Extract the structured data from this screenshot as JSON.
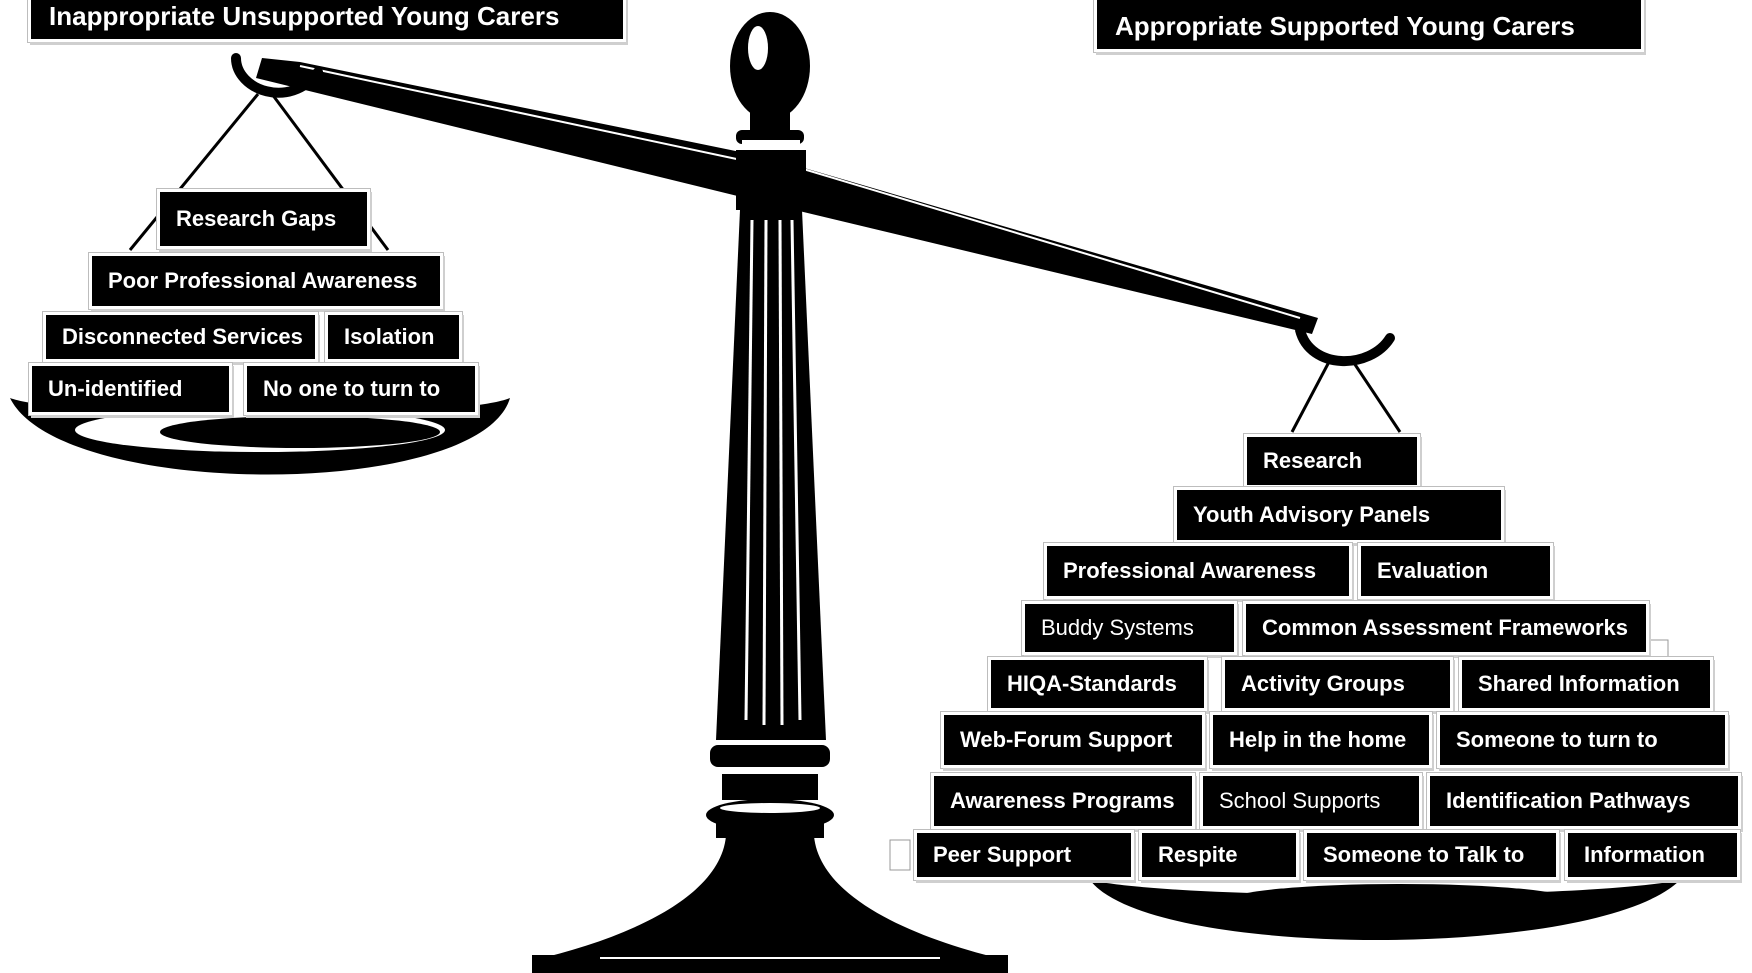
{
  "headers": {
    "left": "Inappropriate Unsupported Young Carers",
    "right": "Appropriate Supported Young Carers"
  },
  "left_pan": {
    "labels": [
      "Research Gaps",
      "Poor Professional Awareness",
      "Disconnected Services",
      "Isolation",
      "Un-identified",
      "No one to turn to"
    ]
  },
  "right_pan": {
    "labels": [
      "Research",
      "Youth Advisory Panels",
      "Professional Awareness",
      "Evaluation",
      "Buddy Systems",
      "Common Assessment Frameworks",
      "HIQA-Standards",
      "Activity Groups",
      "Shared Information",
      "Web-Forum Support",
      "Help in the home",
      "Someone to turn to",
      "Awareness Programs",
      "School Supports",
      "Identification Pathways",
      "Peer Support",
      "Respite",
      "Someone to Talk to",
      "Information"
    ]
  },
  "colors": {
    "ink": "#000000",
    "paper": "#ffffff"
  }
}
